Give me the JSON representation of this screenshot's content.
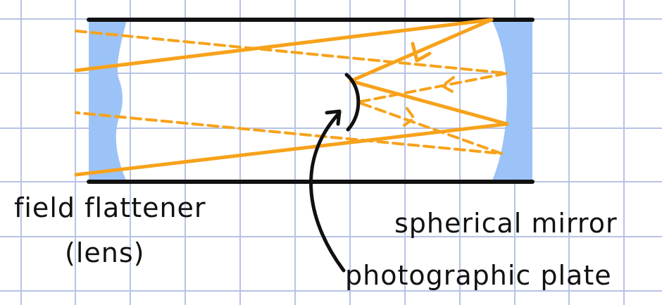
{
  "labels": {
    "field_flattener": "field flattener",
    "lens": "(lens)",
    "spherical_mirror": "spherical mirror",
    "photographic_plate": "photographic plate"
  },
  "colors": {
    "grid": "#b7c3e4",
    "ray": "#f7a21b",
    "glass": "#9cc3f7",
    "outline": "#111111"
  }
}
